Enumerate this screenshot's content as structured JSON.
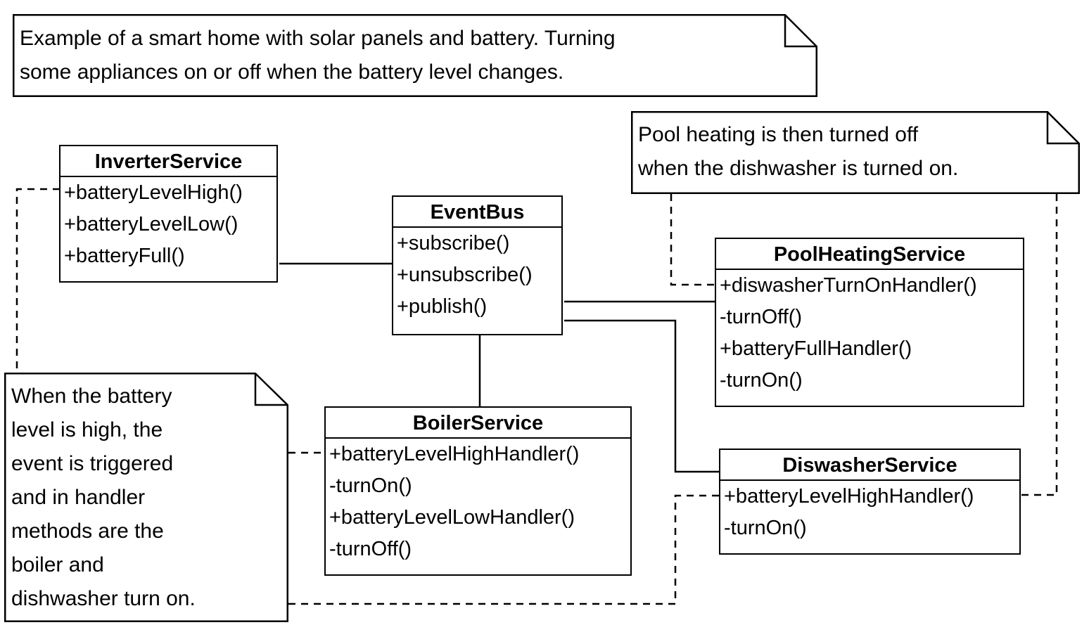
{
  "notes": {
    "intro": [
      "Example of a smart home with solar panels and battery. Turning",
      "some appliances on or off when the battery level changes."
    ],
    "pool": [
      "Pool heating is then turned off",
      "when the dishwasher is turned on."
    ],
    "battery": [
      "When the battery",
      "level is high, the",
      "event is triggered",
      "and in handler",
      "methods are the",
      "boiler and",
      "dishwasher turn on."
    ]
  },
  "classes": {
    "inverter": {
      "name": "InverterService",
      "methods": [
        "+batteryLevelHigh()",
        "+batteryLevelLow()",
        "+batteryFull()"
      ]
    },
    "eventbus": {
      "name": "EventBus",
      "methods": [
        "+subscribe()",
        "+unsubscribe()",
        "+publish()"
      ]
    },
    "pool": {
      "name": "PoolHeatingService",
      "methods": [
        "+diswasherTurnOnHandler()",
        "-turnOff()",
        "+batteryFullHandler()",
        "-turnOn()"
      ]
    },
    "boiler": {
      "name": "BoilerService",
      "methods": [
        "+batteryLevelHighHandler()",
        "-turnOn()",
        "+batteryLevelLowHandler()",
        "-turnOff()"
      ]
    },
    "dishwasher": {
      "name": "DiswasherService",
      "methods": [
        "+batteryLevelHighHandler()",
        "-turnOn()"
      ]
    }
  }
}
